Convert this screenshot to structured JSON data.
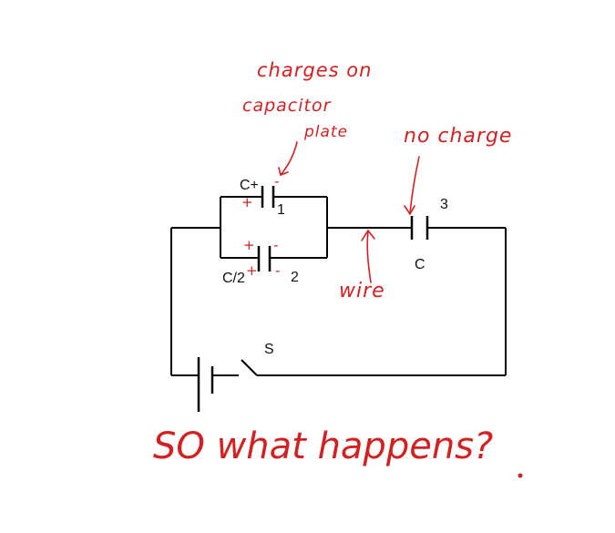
{
  "labels": {
    "c_plus": "C+",
    "cap1_number": "1",
    "cap2_name": "C/2",
    "cap2_number": "2",
    "cap3_number": "3",
    "cap3_name": "C",
    "switch_name": "S"
  },
  "annotations": {
    "charges_line1": "charges on",
    "charges_line2": "capacitor",
    "charges_line3": "plate",
    "no_charge": "no charge",
    "wire": "wire",
    "question": "SO what happens?"
  },
  "polarity": {
    "plus": "+",
    "minus": "-"
  },
  "colors": {
    "circuit": "#000000",
    "annotation": "#d42020",
    "background": "#ffffff"
  }
}
